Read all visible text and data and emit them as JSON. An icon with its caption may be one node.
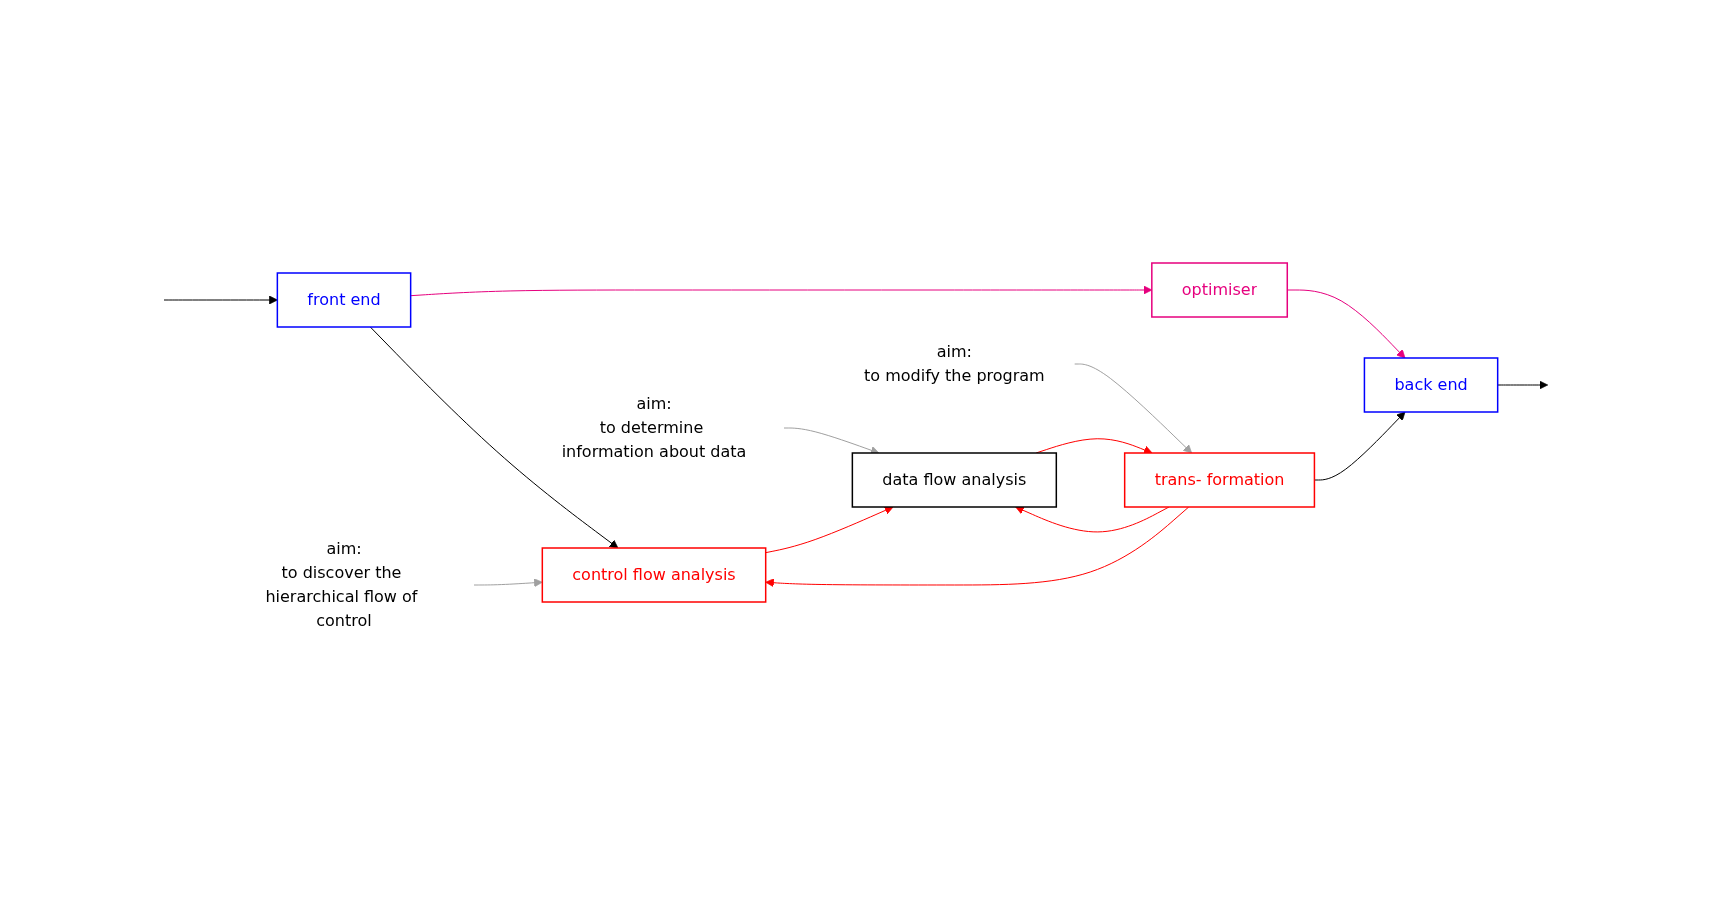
{
  "diagram": {
    "nodes": [
      {
        "text": [
          "front end"
        ]
      },
      {
        "text": [
          "optimiser"
        ]
      },
      {
        "text": [
          "back end"
        ]
      },
      {
        "text": [
          "control flow analysis"
        ]
      },
      {
        "text": [
          "data flow analysis"
        ]
      },
      {
        "text": [
          "trans- formation"
        ]
      },
      {
        "text": [
          "aim:",
          "to discover the hierarchical flow of control"
        ]
      },
      {
        "text": [
          "aim:",
          "to determine information about data"
        ]
      },
      {
        "text": [
          "aim:",
          "to modify the program"
        ]
      }
    ],
    "edges": [
      {
        "from": null,
        "to": 0,
        "arrow": "to",
        "color": "#000000"
      },
      {
        "from": 0,
        "to": 1,
        "arrow": "to",
        "color": "#e6007e"
      },
      {
        "from": 0,
        "to": 3,
        "arrow": "to",
        "color": "#000000"
      },
      {
        "from": 1,
        "to": 2,
        "arrow": "to",
        "color": "#e6007e"
      },
      {
        "from": 5,
        "to": 2,
        "arrow": "to",
        "color": "#000000"
      },
      {
        "from": 2,
        "to": null,
        "arrow": "to",
        "color": "#000000"
      },
      {
        "from": 3,
        "to": 4,
        "arrow": "to",
        "color": "#ff0000"
      },
      {
        "from": 4,
        "to": 5,
        "arrow": "to",
        "color": "#ff0000"
      },
      {
        "from": 5,
        "to": 3,
        "arrow": "to",
        "color": "#ff0000"
      },
      {
        "from": 5,
        "to": 4,
        "arrow": "to",
        "color": "#ff0000"
      },
      {
        "from": 6,
        "to": 3,
        "arrow": "to",
        "color": "#a0a0a0"
      },
      {
        "from": 7,
        "to": 4,
        "arrow": "to",
        "color": "#a0a0a0"
      },
      {
        "from": 8,
        "to": 5,
        "arrow": "to",
        "color": "#a0a0a0"
      }
    ]
  }
}
